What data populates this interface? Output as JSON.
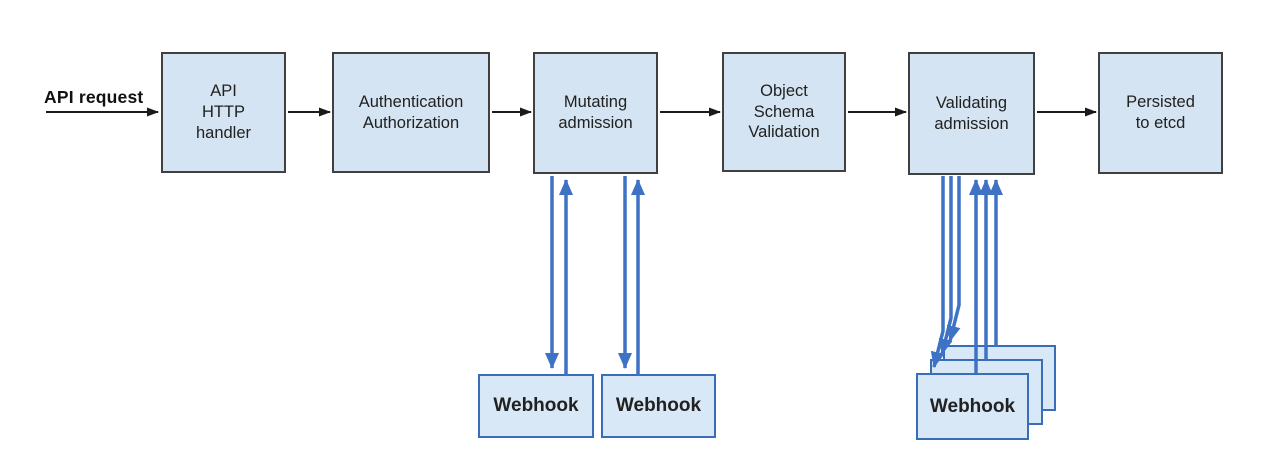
{
  "diagram": {
    "request_label": "API request",
    "pipeline": [
      {
        "id": "api-http-handler",
        "label": "API\nHTTP\nhandler"
      },
      {
        "id": "authentication-authorization",
        "label": "Authentication\nAuthorization"
      },
      {
        "id": "mutating-admission",
        "label": "Mutating\nadmission"
      },
      {
        "id": "object-schema-validation",
        "label": "Object\nSchema\nValidation"
      },
      {
        "id": "validating-admission",
        "label": "Validating\nadmission"
      },
      {
        "id": "persisted-to-etcd",
        "label": "Persisted\nto etcd"
      }
    ],
    "mutating_webhooks": [
      {
        "label": "Webhook"
      },
      {
        "label": "Webhook"
      }
    ],
    "validating_webhooks": [
      {
        "label": "Webhook"
      },
      {
        "label": "Webhook"
      },
      {
        "label": "Webhook"
      }
    ],
    "colors": {
      "box_fill": "#d4e4f2",
      "box_border": "#404040",
      "webhook_fill": "#d8e8f6",
      "webhook_border": "#3a6db8",
      "arrow_black": "#1a1a1a",
      "arrow_blue": "#3e72c4",
      "text": "#212121"
    }
  }
}
